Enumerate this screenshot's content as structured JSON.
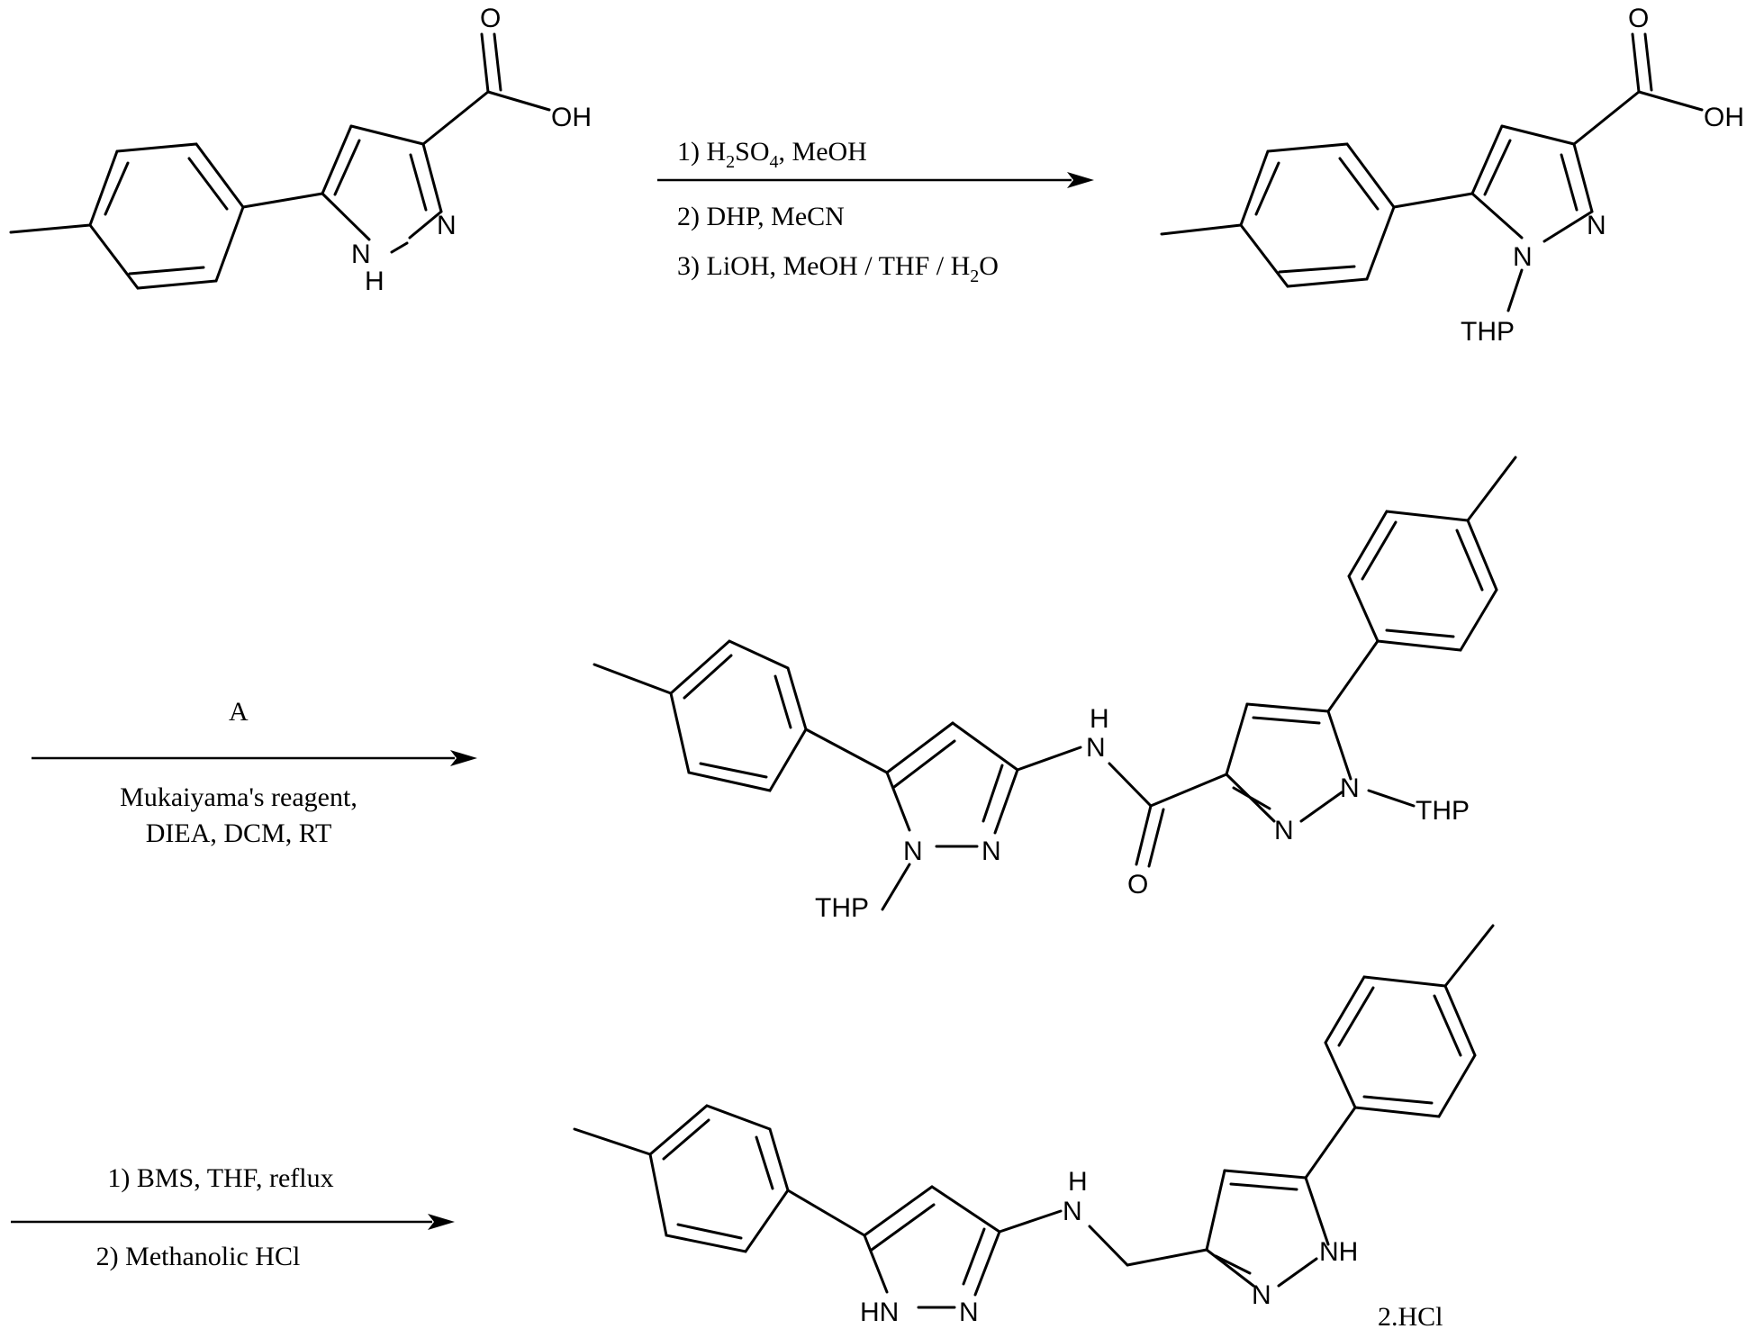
{
  "step1": {
    "line1_pre": "1) H",
    "line1_sub1": "2",
    "line1_mid": "SO",
    "line1_sub2": "4",
    "line1_post": ", MeOH",
    "line2": "2) DHP, MeCN",
    "line3_pre": "3) LiOH, MeOH / THF / H",
    "line3_sub": "2",
    "line3_post": "O"
  },
  "step2": {
    "reagent": "A",
    "line1": "Mukaiyama's reagent,",
    "line2": "DIEA, DCM, RT"
  },
  "step3": {
    "line1": "1) BMS, THF, reflux",
    "line2": "2) Methanolic HCl"
  },
  "atoms": {
    "o": "O",
    "oh": "OH",
    "n": "N",
    "h": "H",
    "nh_n": "N",
    "thp": "THP",
    "hn": "HN",
    "nh": "NH"
  },
  "salt": "2.HCl"
}
